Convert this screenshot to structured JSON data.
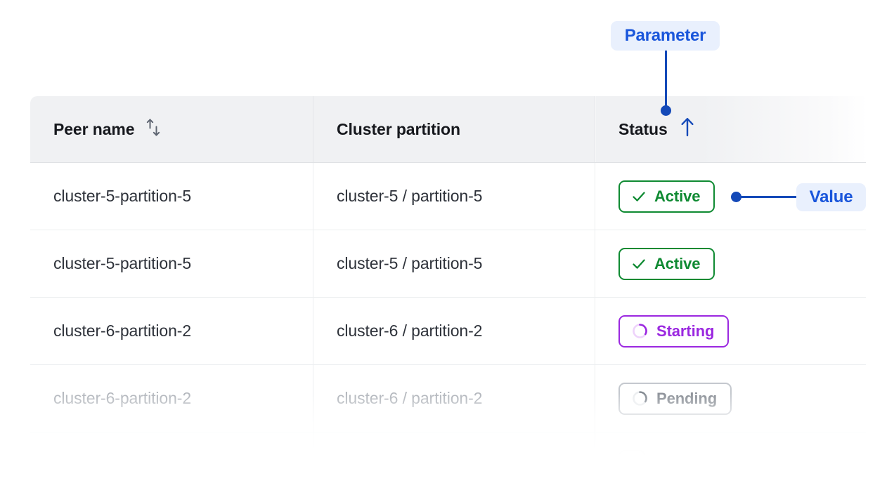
{
  "table": {
    "columns": [
      {
        "label": "Peer name",
        "sort_icon": "sort-updown-icon",
        "sorted": false
      },
      {
        "label": "Cluster partition",
        "sort_icon": null,
        "sorted": false
      },
      {
        "label": "Status",
        "sort_icon": "arrow-up-icon",
        "sorted": true,
        "sort_direction": "ascending"
      }
    ],
    "rows": [
      {
        "peer_name": "cluster-5-partition-5",
        "cluster_partition": "cluster-5 / partition-5",
        "status": "Active",
        "status_kind": "active",
        "state": "normal"
      },
      {
        "peer_name": "cluster-5-partition-5",
        "cluster_partition": "cluster-5 / partition-5",
        "status": "Active",
        "status_kind": "active",
        "state": "normal"
      },
      {
        "peer_name": "cluster-6-partition-2",
        "cluster_partition": "cluster-6 / partition-2",
        "status": "Starting",
        "status_kind": "starting",
        "state": "normal"
      },
      {
        "peer_name": "cluster-6-partition-2",
        "cluster_partition": "cluster-6 / partition-2",
        "status": "Pending",
        "status_kind": "pending",
        "state": "muted"
      },
      {
        "peer_name": "",
        "cluster_partition": "",
        "status": "",
        "status_kind": "faint",
        "state": "ghost"
      }
    ]
  },
  "annotations": {
    "parameter": {
      "label": "Parameter",
      "text_color": "#1a56db",
      "background": "#e9f0fd",
      "connector_color": "#1449b8"
    },
    "value": {
      "label": "Value",
      "text_color": "#1a56db",
      "background": "#e9f0fd",
      "connector_color": "#1449b8"
    }
  },
  "colors": {
    "active": "#0f8a32",
    "starting": "#9b28e0",
    "pending": "#8d9299",
    "header_bg": "#f0f1f3",
    "text": "#16181d",
    "muted_text": "#b2b6bc"
  }
}
